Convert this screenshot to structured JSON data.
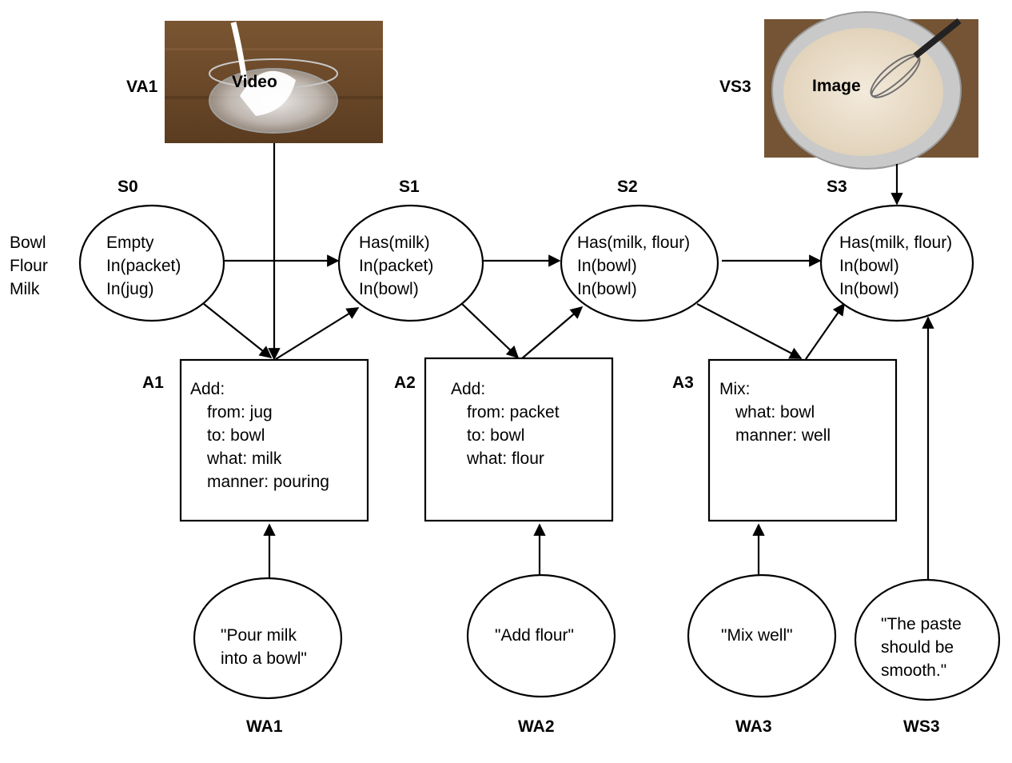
{
  "photos": {
    "va1": {
      "id": "VA1",
      "caption": "Video"
    },
    "vs3": {
      "id": "VS3",
      "caption": "Image"
    }
  },
  "objects": [
    "Bowl",
    "Flour",
    "Milk"
  ],
  "states": {
    "s0": {
      "id": "S0",
      "lines": [
        "Empty",
        "In(packet)",
        "In(jug)"
      ]
    },
    "s1": {
      "id": "S1",
      "lines": [
        "Has(milk)",
        "In(packet)",
        "In(bowl)"
      ]
    },
    "s2": {
      "id": "S2",
      "lines": [
        "Has(milk, flour)",
        "In(bowl)",
        "In(bowl)"
      ]
    },
    "s3": {
      "id": "S3",
      "lines": [
        "Has(milk, flour)",
        "In(bowl)",
        "In(bowl)"
      ]
    }
  },
  "actions": {
    "a1": {
      "id": "A1",
      "lines": [
        "Add:",
        "from: jug",
        "to: bowl",
        "what: milk",
        "manner: pouring"
      ]
    },
    "a2": {
      "id": "A2",
      "lines": [
        "Add:",
        "from: packet",
        "to: bowl",
        "what: flour"
      ]
    },
    "a3": {
      "id": "A3",
      "lines": [
        "Mix:",
        "what: bowl",
        "manner: well"
      ]
    }
  },
  "words": {
    "wa1": {
      "id": "WA1",
      "lines": [
        "\"Pour milk",
        "into a bowl\""
      ]
    },
    "wa2": {
      "id": "WA2",
      "lines": [
        "\"Add flour\""
      ]
    },
    "wa3": {
      "id": "WA3",
      "lines": [
        "\"Mix well\""
      ]
    },
    "ws3": {
      "id": "WS3",
      "lines": [
        "\"The paste",
        "should be",
        "smooth.\""
      ]
    }
  }
}
